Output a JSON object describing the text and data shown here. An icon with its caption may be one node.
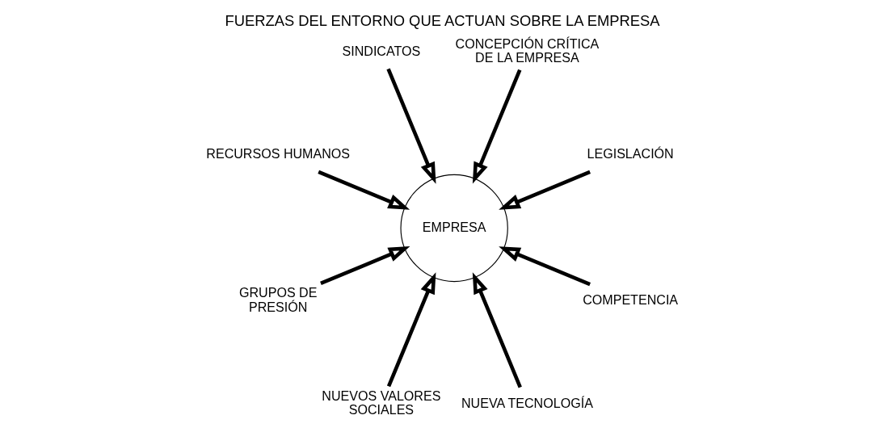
{
  "diagram": {
    "title": "FUERZAS DEL ENTORNO QUE ACTUAN SOBRE LA EMPRESA",
    "nodes": [
      {
        "text": [
          "LEGISLACIÓN"
        ]
      },
      {
        "text": [
          "CONCEPCIÓN CRÍTICA DE LA EMPRESA"
        ]
      },
      {
        "text": [
          "SINDICATOS"
        ]
      },
      {
        "text": [
          "RECURSOS HUMANOS"
        ]
      },
      {
        "text": [
          "EMPRESA"
        ]
      },
      {
        "text": [
          "GRUPOS DE PRESIÓN"
        ]
      },
      {
        "text": [
          "NUEVOS VALORES SOCIALES"
        ]
      },
      {
        "text": [
          "NUEVA TECNOLOGÍA"
        ]
      },
      {
        "text": [
          "COMPETENCIA"
        ]
      }
    ],
    "edges": [
      {
        "from": 0,
        "to": 4,
        "arrow": "to"
      },
      {
        "from": 2,
        "to": 4,
        "arrow": "to"
      },
      {
        "from": 5,
        "to": 4,
        "arrow": "to"
      },
      {
        "from": 7,
        "to": 4,
        "arrow": "to"
      },
      {
        "from": 8,
        "to": 4,
        "arrow": "to"
      },
      {
        "from": 6,
        "to": 4,
        "arrow": "to"
      },
      {
        "from": 3,
        "to": 4,
        "arrow": "to"
      },
      {
        "from": 1,
        "to": 4,
        "arrow": "to"
      }
    ]
  }
}
